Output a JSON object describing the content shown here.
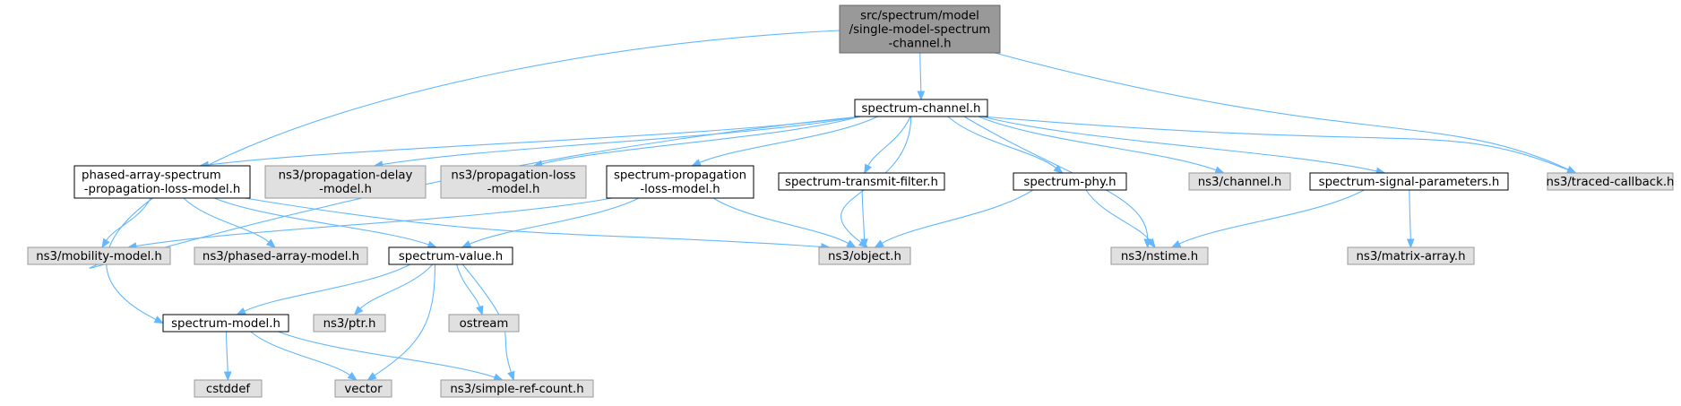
{
  "colors": {
    "edge": "#63b8ff",
    "root_fill": "#999999",
    "root_border": "#666666",
    "documented_fill": "#ffffff",
    "documented_border": "#000000",
    "external_fill": "#e0e0e0",
    "external_border": "#999999"
  },
  "nodes": [
    {
      "id": "root",
      "kind": "root",
      "lines": [
        "src/spectrum/model",
        "/single-model-spectrum",
        "-channel.h"
      ]
    },
    {
      "id": "spectrum-channel",
      "kind": "documented",
      "lines": [
        "spectrum-channel.h"
      ]
    },
    {
      "id": "phased-array-spectrum",
      "kind": "documented",
      "lines": [
        "phased-array-spectrum",
        "-propagation-loss-model.h"
      ]
    },
    {
      "id": "propagation-delay",
      "kind": "external",
      "lines": [
        "ns3/propagation-delay",
        "-model.h"
      ]
    },
    {
      "id": "propagation-loss",
      "kind": "external",
      "lines": [
        "ns3/propagation-loss",
        "-model.h"
      ]
    },
    {
      "id": "spectrum-propagation-loss",
      "kind": "documented",
      "lines": [
        "spectrum-propagation",
        "-loss-model.h"
      ]
    },
    {
      "id": "spectrum-transmit-filter",
      "kind": "documented",
      "lines": [
        "spectrum-transmit-filter.h"
      ]
    },
    {
      "id": "spectrum-phy",
      "kind": "documented",
      "lines": [
        "spectrum-phy.h"
      ]
    },
    {
      "id": "channel",
      "kind": "external",
      "lines": [
        "ns3/channel.h"
      ]
    },
    {
      "id": "spectrum-signal-parameters",
      "kind": "documented",
      "lines": [
        "spectrum-signal-parameters.h"
      ]
    },
    {
      "id": "traced-callback",
      "kind": "external",
      "lines": [
        "ns3/traced-callback.h"
      ]
    },
    {
      "id": "mobility-model",
      "kind": "external",
      "lines": [
        "ns3/mobility-model.h"
      ]
    },
    {
      "id": "phased-array-model",
      "kind": "external",
      "lines": [
        "ns3/phased-array-model.h"
      ]
    },
    {
      "id": "spectrum-value",
      "kind": "documented",
      "lines": [
        "spectrum-value.h"
      ]
    },
    {
      "id": "object",
      "kind": "external",
      "lines": [
        "ns3/object.h"
      ]
    },
    {
      "id": "nstime",
      "kind": "external",
      "lines": [
        "ns3/nstime.h"
      ]
    },
    {
      "id": "matrix-array",
      "kind": "external",
      "lines": [
        "ns3/matrix-array.h"
      ]
    },
    {
      "id": "spectrum-model",
      "kind": "documented",
      "lines": [
        "spectrum-model.h"
      ]
    },
    {
      "id": "ptr",
      "kind": "external",
      "lines": [
        "ns3/ptr.h"
      ]
    },
    {
      "id": "ostream",
      "kind": "external",
      "lines": [
        "ostream"
      ]
    },
    {
      "id": "cstddef",
      "kind": "external",
      "lines": [
        "cstddef"
      ]
    },
    {
      "id": "vector",
      "kind": "external",
      "lines": [
        "vector"
      ]
    },
    {
      "id": "simple-ref-count",
      "kind": "external",
      "lines": [
        "ns3/simple-ref-count.h"
      ]
    }
  ],
  "edges": [
    [
      "root",
      "spectrum-channel"
    ],
    [
      "root",
      "spectrum-model"
    ],
    [
      "root",
      "traced-callback"
    ],
    [
      "spectrum-channel",
      "phased-array-spectrum"
    ],
    [
      "spectrum-channel",
      "propagation-delay"
    ],
    [
      "spectrum-channel",
      "propagation-loss"
    ],
    [
      "spectrum-channel",
      "spectrum-propagation-loss"
    ],
    [
      "spectrum-channel",
      "spectrum-transmit-filter"
    ],
    [
      "spectrum-channel",
      "spectrum-phy"
    ],
    [
      "spectrum-channel",
      "channel"
    ],
    [
      "spectrum-channel",
      "spectrum-signal-parameters"
    ],
    [
      "spectrum-channel",
      "traced-callback"
    ],
    [
      "spectrum-channel",
      "mobility-model"
    ],
    [
      "spectrum-channel",
      "object"
    ],
    [
      "spectrum-channel",
      "nstime"
    ],
    [
      "phased-array-spectrum",
      "mobility-model"
    ],
    [
      "phased-array-spectrum",
      "phased-array-model"
    ],
    [
      "phased-array-spectrum",
      "spectrum-value"
    ],
    [
      "phased-array-spectrum",
      "object"
    ],
    [
      "spectrum-propagation-loss",
      "mobility-model"
    ],
    [
      "spectrum-propagation-loss",
      "spectrum-value"
    ],
    [
      "spectrum-propagation-loss",
      "object"
    ],
    [
      "spectrum-transmit-filter",
      "object"
    ],
    [
      "spectrum-phy",
      "object"
    ],
    [
      "spectrum-phy",
      "nstime"
    ],
    [
      "spectrum-signal-parameters",
      "nstime"
    ],
    [
      "spectrum-signal-parameters",
      "matrix-array"
    ],
    [
      "spectrum-value",
      "spectrum-model"
    ],
    [
      "spectrum-value",
      "ptr"
    ],
    [
      "spectrum-value",
      "ostream"
    ],
    [
      "spectrum-value",
      "vector"
    ],
    [
      "spectrum-value",
      "simple-ref-count"
    ],
    [
      "spectrum-model",
      "cstddef"
    ],
    [
      "spectrum-model",
      "vector"
    ],
    [
      "spectrum-model",
      "simple-ref-count"
    ]
  ]
}
